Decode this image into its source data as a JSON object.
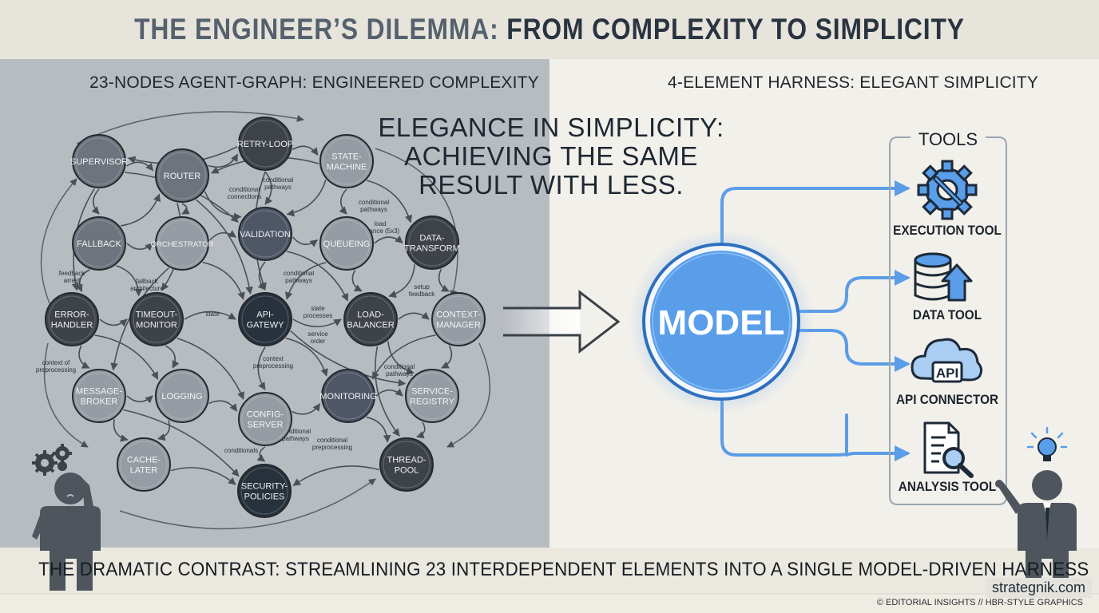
{
  "title": {
    "part1": "THE ENGINEER’S DILEMMA:",
    "part2": "FROM COMPLEXITY TO SIMPLICITY"
  },
  "left_panel": {
    "heading": "23-NODES AGENT-GRAPH: ENGINEERED COMPLEXITY",
    "nodes": [
      {
        "id": "supervisor",
        "lines": [
          "SUPERVISOR"
        ],
        "shade": "mid"
      },
      {
        "id": "router",
        "lines": [
          "ROUTER"
        ],
        "shade": "mid"
      },
      {
        "id": "retry-loop",
        "lines": [
          "RETRY-LOOP"
        ],
        "shade": "dark"
      },
      {
        "id": "state-machine",
        "lines": [
          "STATE-",
          "MACHINE"
        ],
        "shade": "light"
      },
      {
        "id": "fallback",
        "lines": [
          "FALLBACK"
        ],
        "shade": "mid"
      },
      {
        "id": "orchestrator",
        "lines": [
          "ORCHESTRATOR"
        ],
        "shade": "light"
      },
      {
        "id": "validation",
        "lines": [
          "VALIDATION"
        ],
        "shade": "slate"
      },
      {
        "id": "queueing",
        "lines": [
          "QUEUEING"
        ],
        "shade": "light"
      },
      {
        "id": "data-transform",
        "lines": [
          "DATA-",
          "TRANSFORM"
        ],
        "shade": "dark"
      },
      {
        "id": "error-handler",
        "lines": [
          "ERROR-",
          "HANDLER"
        ],
        "shade": "dark"
      },
      {
        "id": "timeout-monitor",
        "lines": [
          "TIMEOUT-",
          "MONITOR"
        ],
        "shade": "dark"
      },
      {
        "id": "api-gateway",
        "lines": [
          "API-",
          "GATEWY"
        ],
        "shade": "navy"
      },
      {
        "id": "load-balancer",
        "lines": [
          "LOAD-",
          "BALANCER"
        ],
        "shade": "dark"
      },
      {
        "id": "context-manager",
        "lines": [
          "CONTEXT-",
          "MANAGER"
        ],
        "shade": "light"
      },
      {
        "id": "message-broker",
        "lines": [
          "MESSAGE-",
          "BROKER"
        ],
        "shade": "light"
      },
      {
        "id": "logging",
        "lines": [
          "LOGGING"
        ],
        "shade": "light"
      },
      {
        "id": "config-server",
        "lines": [
          "CONFIG-",
          "SERVER"
        ],
        "shade": "light"
      },
      {
        "id": "monitoring",
        "lines": [
          "MONITORING"
        ],
        "shade": "slate"
      },
      {
        "id": "service-registry",
        "lines": [
          "SERVICE-",
          "REGISTRY"
        ],
        "shade": "light"
      },
      {
        "id": "cache-later",
        "lines": [
          "CACHE-",
          "LATER"
        ],
        "shade": "light"
      },
      {
        "id": "thread-pool",
        "lines": [
          "THREAD-",
          "POOL"
        ],
        "shade": "dark"
      },
      {
        "id": "security-policies",
        "lines": [
          "SECURITY-",
          "POLICIES"
        ],
        "shade": "navy"
      }
    ],
    "edge_labels": [
      {
        "lines": [
          "conditional",
          "connections"
        ]
      },
      {
        "lines": [
          "conditional",
          "pathways"
        ]
      },
      {
        "lines": [
          "conditional",
          "pathways"
        ]
      },
      {
        "lines": [
          "load",
          "balance (5x3)"
        ]
      },
      {
        "lines": [
          "feedback",
          "arrest"
        ]
      },
      {
        "lines": [
          "fallback",
          "architecture"
        ]
      },
      {
        "lines": [
          "conditional",
          "pathways"
        ]
      },
      {
        "lines": [
          "state"
        ]
      },
      {
        "lines": [
          "state",
          "processes"
        ]
      },
      {
        "lines": [
          "service",
          "order"
        ]
      },
      {
        "lines": [
          "setup",
          "feedback"
        ]
      },
      {
        "lines": [
          "conditional",
          "pathways"
        ]
      },
      {
        "lines": [
          "context",
          "preprocessing"
        ]
      },
      {
        "lines": [
          "context of",
          "preprocessing"
        ]
      },
      {
        "lines": [
          "conditional",
          "pathways"
        ]
      },
      {
        "lines": [
          "conditional",
          "preprocessing"
        ]
      },
      {
        "lines": [
          "conditionals"
        ]
      }
    ]
  },
  "overlay_text": [
    "ELEGANCE IN SIMPLICITY:",
    "ACHIEVING THE SAME",
    "RESULT WITH LESS."
  ],
  "right_panel": {
    "heading": "4-ELEMENT HARNESS: ELEGANT SIMPLICITY",
    "model_label": "MODEL",
    "tools_heading": "TOOLS",
    "tools": [
      {
        "label": "EXECUTION TOOL",
        "icon": "gear-wrench-icon"
      },
      {
        "label": "DATA TOOL",
        "icon": "database-upload-icon"
      },
      {
        "label": "API CONNECTOR",
        "icon": "cloud-api-icon",
        "icon_text": "API"
      },
      {
        "label": "ANALYSIS TOOL",
        "icon": "document-magnifier-icon"
      }
    ]
  },
  "footer": "THE DRAMATIC CONTRAST: STREAMLINING 23 INTERDEPENDENT ELEMENTS INTO A SINGLE MODEL-DRIVEN HARNESS",
  "watermark": "strategnik.com",
  "copyright": "© EDITORIAL INSIGHTS // HBR-STYLE GRAPHICS",
  "colors": {
    "left_bg": "#b7bcc1",
    "right_bg": "#f2f0ea",
    "accent_blue": "#5b9de6",
    "model_fill": "#5a9eea",
    "node_dark": "#3e434a",
    "node_navy": "#28323d",
    "node_slate": "#4f5666",
    "node_mid": "#6d747d",
    "node_light": "#969ca3"
  }
}
